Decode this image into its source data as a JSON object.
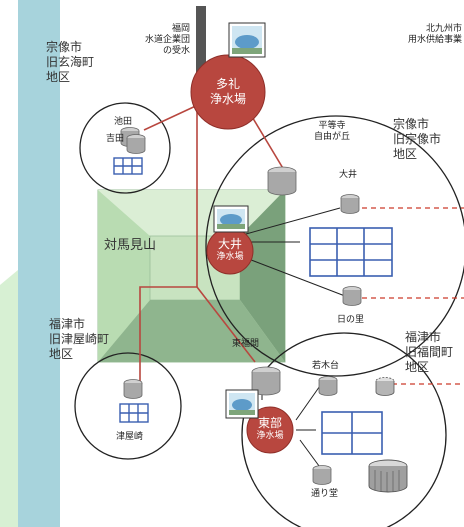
{
  "colors": {
    "sea": "#a7d3dc",
    "mountain_light": "#cfe8c6",
    "mountain_dark": "#7aa17b",
    "plant_fill": "#b8473f",
    "pipe": "#b8473f",
    "dashed": "#cc3a2a",
    "grid": "#3a5fb0",
    "tank": "#9a9a9a"
  },
  "regions": {
    "munakata_genkai": "宗像市\n旧玄海町\n地区",
    "munakata_old": "宗像市\n旧宗像市\n地区",
    "fukutsu_tsuyazaki": "福津市\n旧津屋崎町\n地区",
    "fukutsu_fukuma": "福津市\n旧福間町\n地区"
  },
  "sources": {
    "fukuoka_water": "福岡\n水道企業団\nの受水",
    "kitakyushu_water": "北九州市\n用水供給事業"
  },
  "mountain": "対馬見山",
  "plants": {
    "tare": "多礼\n浄水場",
    "oi": "大井",
    "oi_sub": "浄水場",
    "tobu": "東部",
    "tobu_sub": "浄水場"
  },
  "facilities": {
    "ikeda": "池田",
    "yoshida": "吉田",
    "heiwaji": "平等寺\n自由が丘",
    "oi_reservoir": "大井",
    "hinosato": "日の里",
    "tsuyazaki": "津屋崎",
    "higashi_fukuma": "東福間",
    "wakagidai": "若木台",
    "nunodo": "通り堂"
  }
}
